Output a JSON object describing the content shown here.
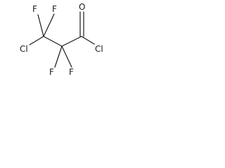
{
  "molecule": {
    "atoms": {
      "cl_left": "Cl",
      "f_c3_top_left": "F",
      "f_c3_top_right": "F",
      "f_c2_bottom_left": "F",
      "f_c2_bottom_right": "F",
      "o_carbonyl": "O",
      "cl_acyl": "Cl"
    },
    "colors": {
      "bond": "#1a1a1a",
      "label": "#1a1a1a",
      "background": "#ffffff"
    }
  }
}
